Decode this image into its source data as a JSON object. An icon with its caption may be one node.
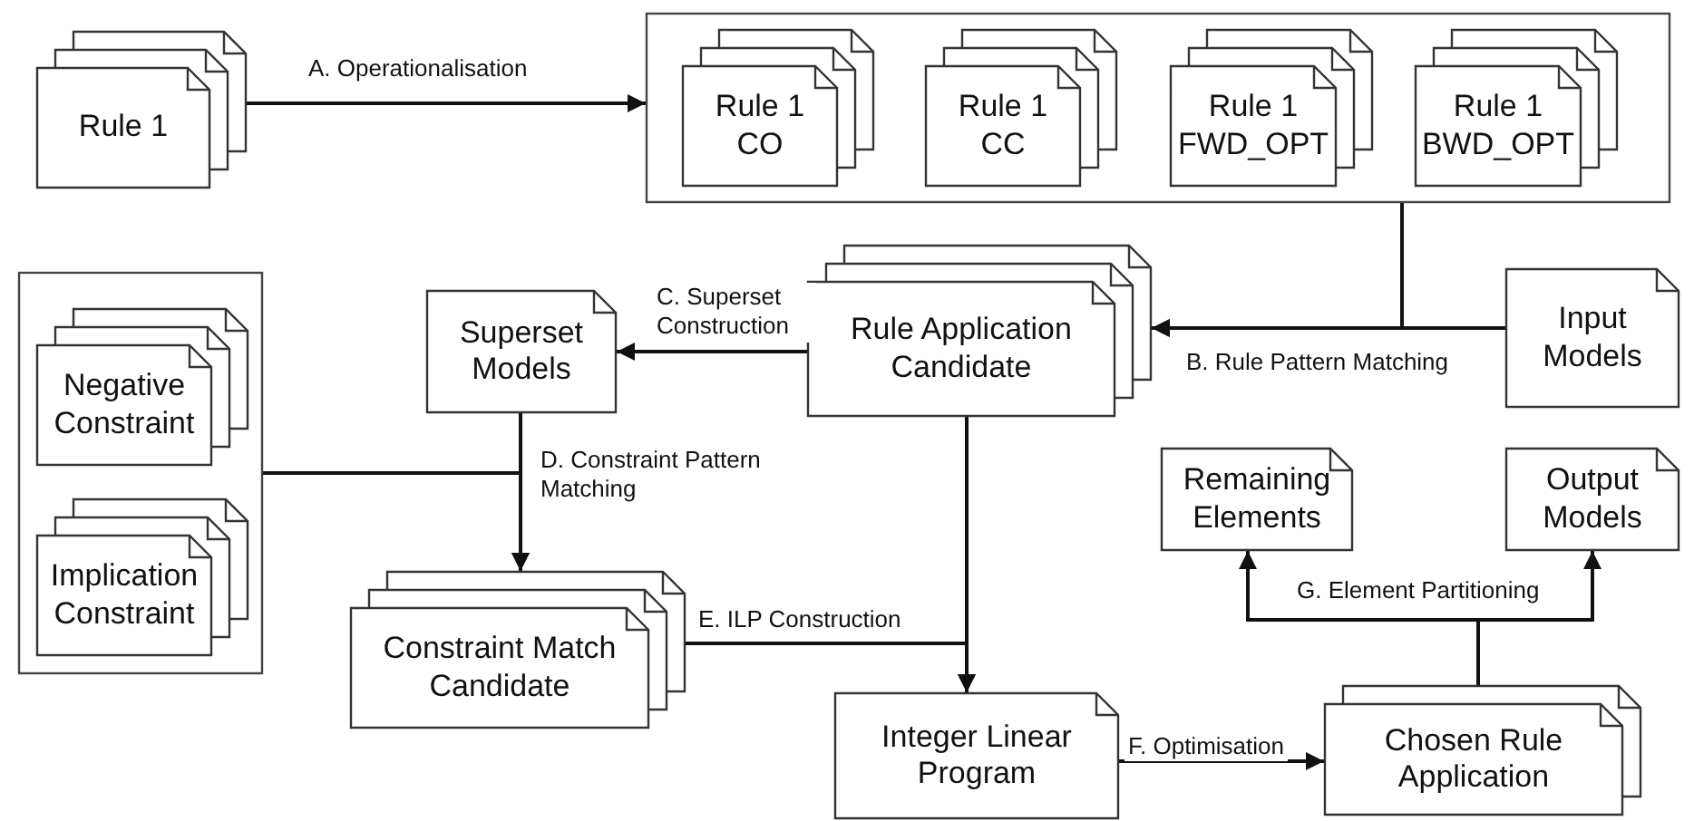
{
  "diagram": {
    "nodes": [
      {
        "text": [
          "Rule 1"
        ]
      },
      {
        "text": [],
        "shape": "box"
      },
      {
        "text": [
          "Rule 1 CO"
        ],
        "in": 1
      },
      {
        "text": [
          "Rule 1 CC"
        ],
        "in": 1
      },
      {
        "text": [
          "Rule 1 FWD_OPT"
        ],
        "in": 1
      },
      {
        "text": [
          "Rule 1 BWD_OPT"
        ],
        "in": 1
      },
      {
        "text": [
          "Superset Models"
        ]
      },
      {
        "text": [
          "Rule Application Candidate"
        ]
      },
      {
        "text": [
          "Input Models"
        ]
      },
      {
        "text": [],
        "shape": "box"
      },
      {
        "text": [
          "Negative Constraint"
        ],
        "in": 9
      },
      {
        "text": [
          "Implication Constraint"
        ],
        "in": 9
      },
      {
        "text": [
          "Constraint Match Candidate"
        ]
      },
      {
        "text": [
          "Integer Linear Program"
        ]
      },
      {
        "text": [
          "Remaining Elements"
        ]
      },
      {
        "text": [
          "Output Models"
        ]
      },
      {
        "text": [
          "Chosen Rule Application"
        ]
      }
    ],
    "edges": [
      {
        "from": 0,
        "to": 1,
        "arrow": "to",
        "label": "A. Operationalisation"
      },
      {
        "from": 1,
        "to": 7,
        "arrow": "to"
      },
      {
        "from": 8,
        "to": 7,
        "arrow": "to",
        "label": "B. Rule Pattern Matching"
      },
      {
        "from": 7,
        "to": 6,
        "arrow": "to",
        "label": "C. Superset Construction"
      },
      {
        "from": 6,
        "to": 12,
        "arrow": "to",
        "label": "D. Constraint Pattern Matching"
      },
      {
        "from": 9,
        "to": 12,
        "arrow": "to"
      },
      {
        "from": 12,
        "to": 13,
        "arrow": "to",
        "label": "E. ILP Construction"
      },
      {
        "from": 7,
        "to": 13,
        "arrow": "to"
      },
      {
        "from": 13,
        "to": 16,
        "arrow": "to",
        "label": "F. Optimisation"
      },
      {
        "from": 16,
        "to": 14,
        "arrow": "to",
        "label": "G. Element Partitioning"
      },
      {
        "from": 16,
        "to": 15,
        "arrow": "to"
      }
    ]
  }
}
